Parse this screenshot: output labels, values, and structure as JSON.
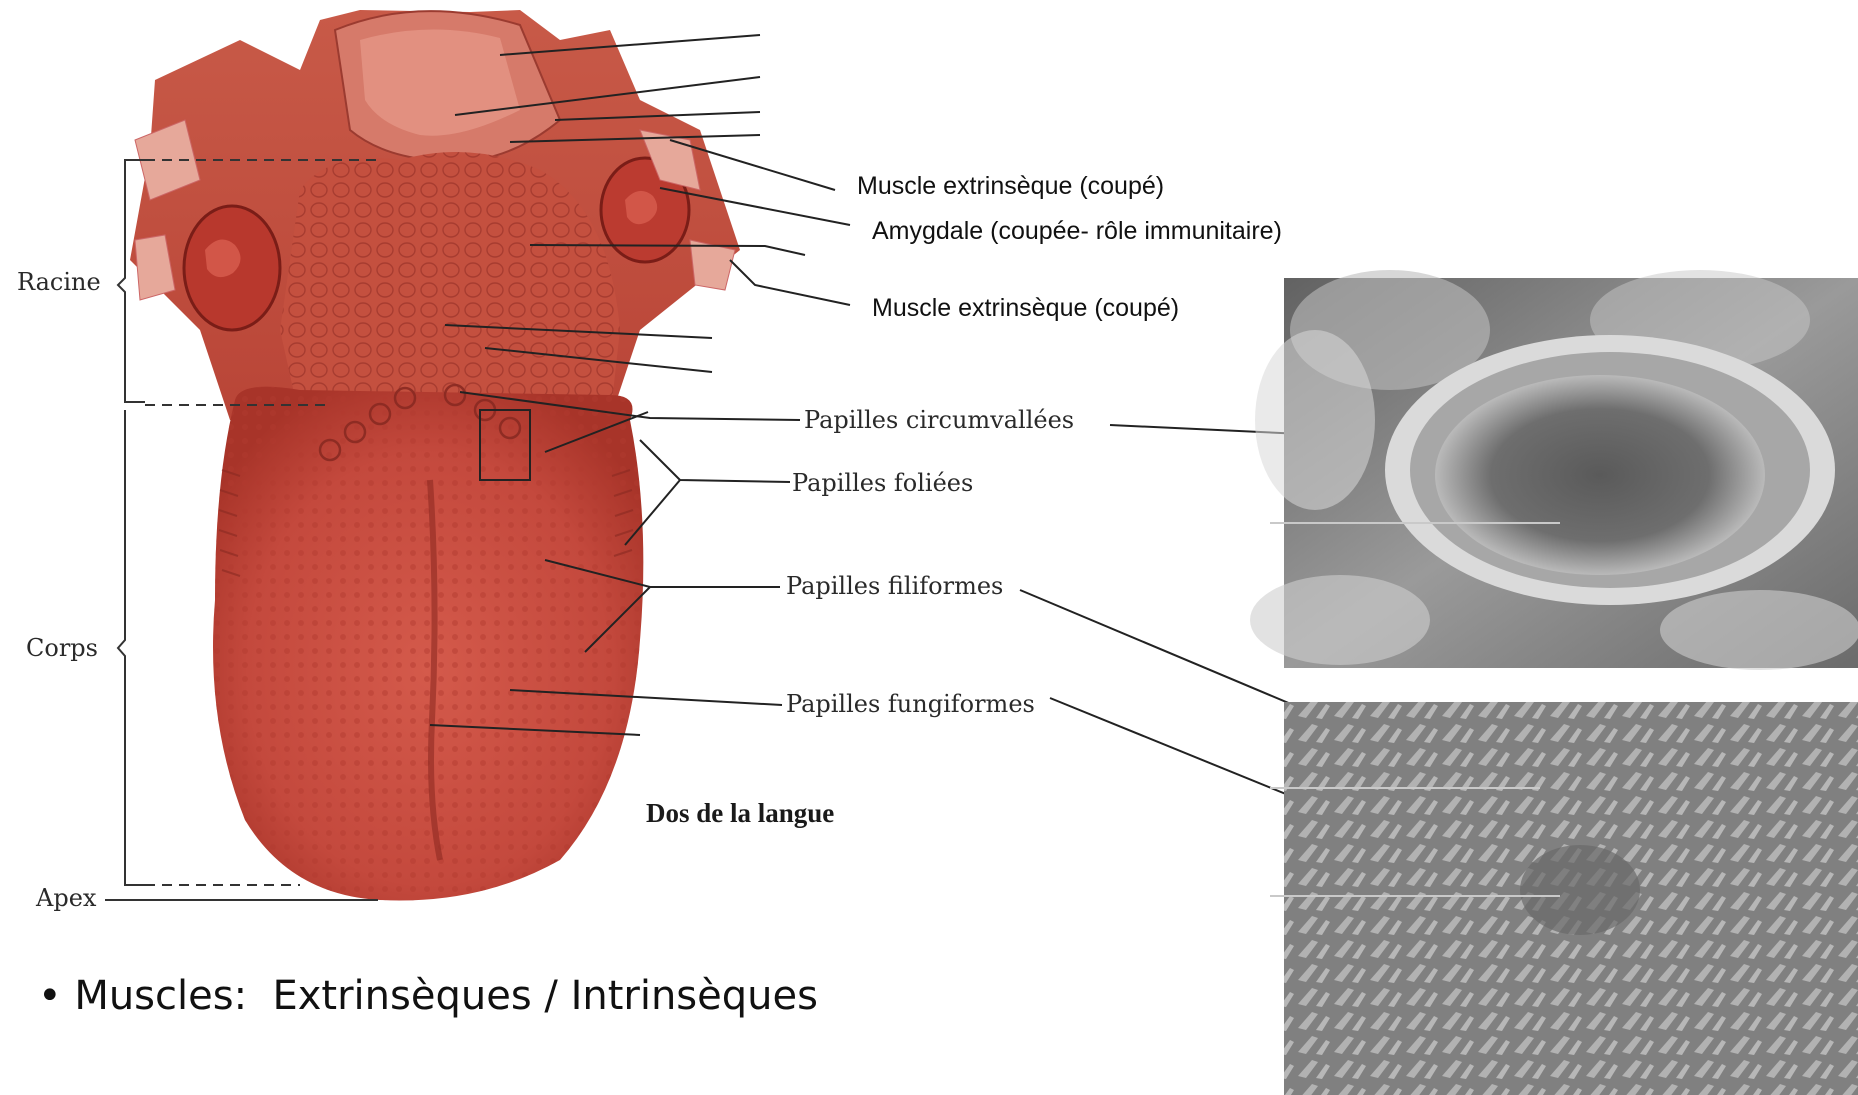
{
  "diagram": {
    "region_labels": {
      "root": "Racine",
      "body": "Corps",
      "apex": "Apex"
    },
    "callouts": {
      "extrinsic_muscle_1": "Muscle extrinsèque (coupé)",
      "tonsil": "Amygdale (coupée- rôle immunitaire)",
      "extrinsic_muscle_2": "Muscle extrinsèque (coupé)",
      "circumvallate": "Papilles circumvallées",
      "foliate": "Papilles foliées",
      "filiform": "Papilles filiformes",
      "fungiform": "Papilles fungiformes"
    },
    "caption": "Dos de la langue"
  },
  "bullet": {
    "symbol": "•",
    "text": "Muscles:  Extrinsèques / Intrinsèques"
  },
  "colors": {
    "tongue": "#c4493d",
    "tongue_dark": "#9e2f27",
    "tongue_light": "#e07a6a",
    "micrograph_gray": "#8a8a8a"
  }
}
